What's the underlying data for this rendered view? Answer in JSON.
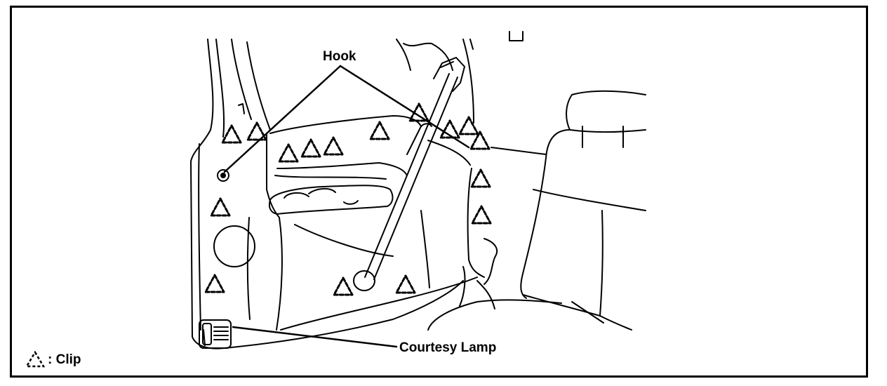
{
  "labels": {
    "hook": "Hook",
    "courtesy_lamp": "Courtesy Lamp"
  },
  "legend": {
    "symbol": "clip-triangle-icon",
    "text": ": Clip"
  },
  "colors": {
    "line": "#000000",
    "background": "#ffffff"
  }
}
